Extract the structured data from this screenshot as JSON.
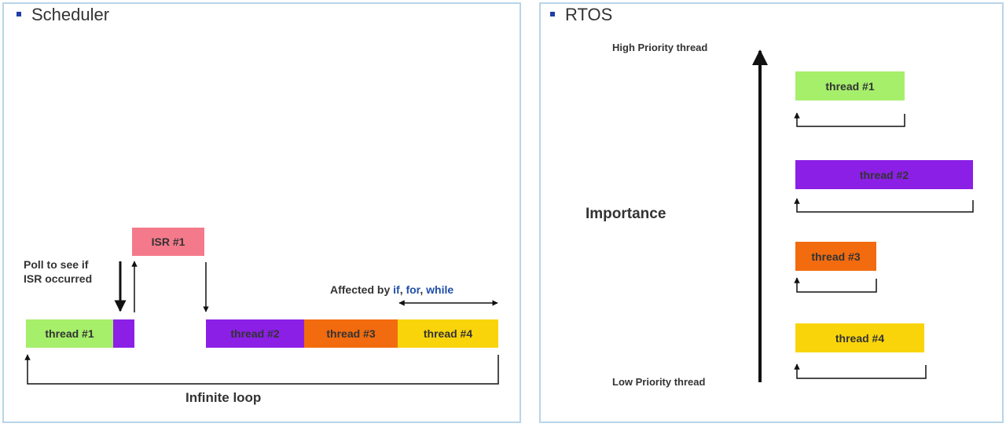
{
  "colors": {
    "green": "#a6ef6b",
    "purple": "#8b1fe6",
    "orange": "#f26b0f",
    "yellow": "#fad40a",
    "pink": "#f47a8b",
    "blue_keyword": "#1f4fa8",
    "panel_border": "#b9d5e8",
    "bullet": "#1f3ea8"
  },
  "scheduler": {
    "title": "Scheduler",
    "isr": "ISR #1",
    "poll_line1": "Poll to see if",
    "poll_line2": "ISR occurred",
    "affected_prefix": "Affected by",
    "kw_if": "if",
    "kw_for": "for",
    "kw_while": "while",
    "comma": ",",
    "threads": [
      "thread #1",
      "thread #2",
      "thread #3",
      "thread #4"
    ],
    "loop_label": "Infinite loop"
  },
  "rtos": {
    "title": "RTOS",
    "high_label": "High Priority thread",
    "low_label": "Low Priority thread",
    "importance": "Importance",
    "threads": [
      "thread #1",
      "thread #2",
      "thread #3",
      "thread #4"
    ]
  }
}
